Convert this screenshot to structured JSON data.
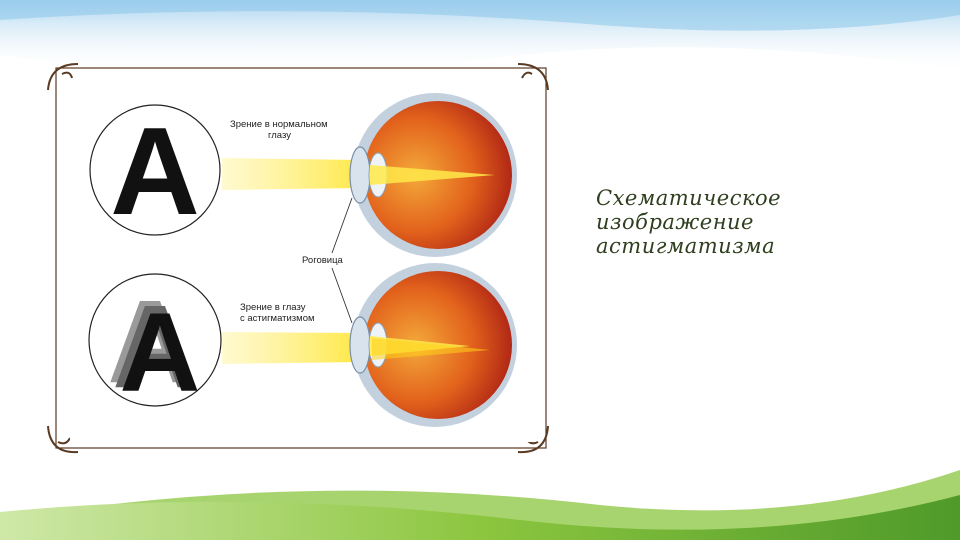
{
  "slide": {
    "caption_lines": [
      "Схематическое",
      "изображение",
      "астигматизма"
    ]
  },
  "diagram": {
    "normal": {
      "letter": "A",
      "label_line1": "Зрение в нормальном",
      "label_line2": "глазу"
    },
    "astigmatism": {
      "letter": "A",
      "label_line1": "Зрение в глазу",
      "label_line2": "с астигматизмом"
    },
    "cornea_label": "Роговица"
  },
  "colors": {
    "sky": "#bfe0f2",
    "grass_light": "#8cc63f",
    "grass_dark": "#4f9a2a",
    "frame": "#5a3a22",
    "eye_inner": "#e05a1a",
    "eye_outer": "#b8c7d6",
    "beam": "#ffe94a",
    "caption_text": "#2f3f1f"
  }
}
